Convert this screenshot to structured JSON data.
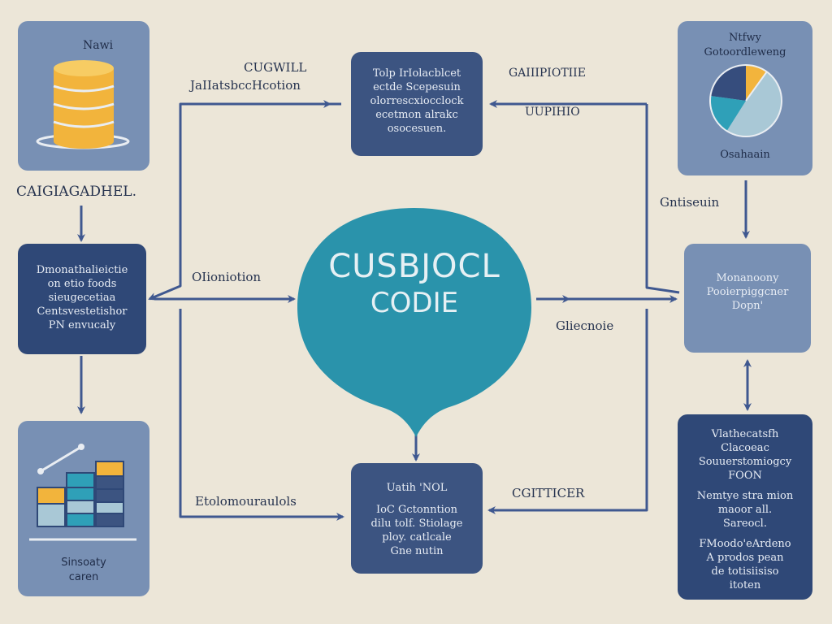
{
  "colors": {
    "background": "#ece6d8",
    "box_light": "#7890b4",
    "box_dark": "#3c5481",
    "center": "#2a93ab",
    "arrow": "#3f5890",
    "db_yellow": "#f2b43c",
    "chart_teal": "#2fa0b8"
  },
  "center": {
    "line1": "CUSBJOCL",
    "line2": "CODIE"
  },
  "boxes": {
    "top_left": {
      "title": "Nawi"
    },
    "top_center": {
      "lines": [
        "Tolp IrIolacblcet",
        "ectde Scepesuin",
        "olorrescxiocclock",
        "ecetmon alrakc",
        "osocesuen."
      ]
    },
    "top_right": {
      "title": "Ntfwy",
      "subtitle": "Gotoordleweng",
      "caption": "Osahaain"
    },
    "mid_left": {
      "lines": [
        "Dmonathalieictie",
        "on etio foods",
        "sieugecetiaa",
        "Centsvestetishor",
        "PN envucaly"
      ]
    },
    "mid_right": {
      "lines": [
        "Monanoony",
        "Pooierpiggcner",
        "Dopn'"
      ]
    },
    "bottom_left": {
      "caption_1": "Sinsoaty",
      "caption_2": "caren"
    },
    "bottom_center": {
      "title": "Uatih 'NOL",
      "lines": [
        "IoC Gctonntion",
        "dilu tolf. Stiolage",
        "ploy. catlcale",
        "Gne nutin"
      ]
    },
    "bottom_right": {
      "lines": [
        "Vlathecatsfh",
        "Clacoeac",
        "Souuerstomiogcy",
        "FOON",
        "",
        "Nemtye stra mion",
        "maoor all.",
        "Sareocl.",
        "",
        "FMoodo'eArdeno",
        "A prodos pean",
        "de totisiisiso",
        "itoten"
      ]
    }
  },
  "labels": {
    "top_left_under": "CAIGIAGADHEL.",
    "top_center_left_1": "CUGWILL",
    "top_center_left_2": "JaIIatsbccHcotion",
    "top_center_right_1": "GAIIIPIOTIIE",
    "top_center_right_2": "UUPIHIO",
    "top_right_under": "Gntiseuin",
    "mid_left_right": "OIioniotion",
    "mid_right_left": "Gliecnoie",
    "bottom_center_left": "Etolomouraulols",
    "bottom_center_right": "CGITTICER"
  }
}
